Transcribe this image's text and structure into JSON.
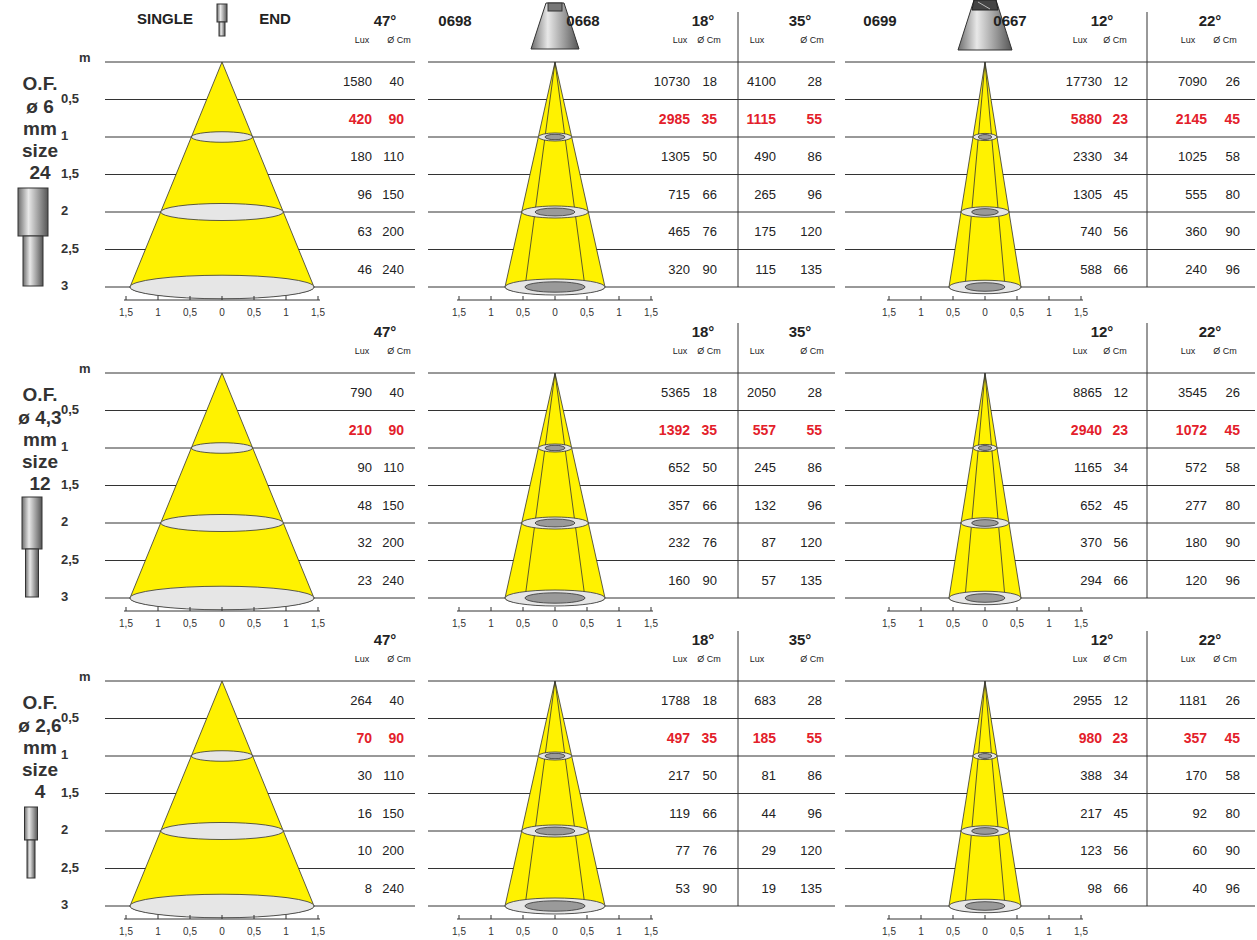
{
  "diagram": {
    "labels": [
      "O.F.",
      "ø 6",
      "mm",
      "size",
      "24",
      "SINGLE",
      "END",
      "47°",
      "Lux",
      "Ø Cm",
      "m",
      "0,5",
      "1",
      "1,5",
      "2",
      "2,5",
      "3",
      "1580",
      "40",
      "420",
      "90",
      "180",
      "110",
      "96",
      "150",
      "63",
      "200",
      "46",
      "240",
      "1,5",
      "1",
      "0,5",
      "0",
      "0,5",
      "1",
      "1,5",
      "0698",
      "0668",
      "18°",
      "Lux",
      "Ø Cm",
      "35°",
      "Lux",
      "Ø Cm",
      "10730",
      "18",
      "4100",
      "28",
      "2985",
      "35",
      "1115",
      "55",
      "1305",
      "50",
      "490",
      "86",
      "715",
      "66",
      "265",
      "96",
      "465",
      "76",
      "175",
      "120",
      "320",
      "90",
      "115",
      "135",
      "1,5",
      "1",
      "0,5",
      "0",
      "0,5",
      "1",
      "1,5",
      "0699",
      "0667",
      "12°",
      "Lux",
      "Ø Cm",
      "22°",
      "Lux",
      "Ø Cm",
      "17730",
      "12",
      "7090",
      "26",
      "5880",
      "23",
      "2145",
      "45",
      "2330",
      "34",
      "1025",
      "58",
      "1305",
      "45",
      "555",
      "80",
      "740",
      "56",
      "360",
      "90",
      "588",
      "66",
      "240",
      "96",
      "1,5",
      "1",
      "0,5",
      "0",
      "0,5",
      "1",
      "1,5",
      "O.F.",
      "ø 4,3",
      "mm",
      "size",
      "12",
      "47°",
      "Lux",
      "Ø Cm",
      "m",
      "0,5",
      "1",
      "1,5",
      "2",
      "2,5",
      "3",
      "790",
      "40",
      "210",
      "90",
      "90",
      "110",
      "48",
      "150",
      "32",
      "200",
      "23",
      "240",
      "1,5",
      "1",
      "0,5",
      "0",
      "0,5",
      "1",
      "1,5",
      "18°",
      "Lux",
      "Ø Cm",
      "35°",
      "Lux",
      "Ø Cm",
      "5365",
      "18",
      "2050",
      "28",
      "1392",
      "35",
      "557",
      "55",
      "652",
      "50",
      "245",
      "86",
      "357",
      "66",
      "132",
      "96",
      "232",
      "76",
      "87",
      "120",
      "160",
      "90",
      "57",
      "135",
      "1,5",
      "1",
      "0,5",
      "0",
      "0,5",
      "1",
      "1,5",
      "12°",
      "Lux",
      "Ø Cm",
      "22°",
      "Lux",
      "Ø Cm",
      "8865",
      "12",
      "3545",
      "26",
      "2940",
      "23",
      "1072",
      "45",
      "1165",
      "34",
      "572",
      "58",
      "652",
      "45",
      "277",
      "80",
      "370",
      "56",
      "180",
      "90",
      "294",
      "66",
      "120",
      "96",
      "1,5",
      "1",
      "0,5",
      "0",
      "0,5",
      "1",
      "1,5",
      "O.F.",
      "ø 2,6",
      "mm",
      "size",
      "4",
      "47°",
      "Lux",
      "Ø Cm",
      "m",
      "0,5",
      "1",
      "1,5",
      "2",
      "2,5",
      "3",
      "264",
      "40",
      "70",
      "90",
      "30",
      "110",
      "16",
      "150",
      "10",
      "200",
      "8",
      "240",
      "1,5",
      "1",
      "0,5",
      "0",
      "0,5",
      "1",
      "1,5",
      "18°",
      "Lux",
      "Ø Cm",
      "35°",
      "Lux",
      "Ø Cm",
      "1788",
      "18",
      "683",
      "28",
      "497",
      "35",
      "185",
      "55",
      "217",
      "50",
      "81",
      "86",
      "119",
      "66",
      "44",
      "96",
      "77",
      "76",
      "29",
      "120",
      "53",
      "90",
      "19",
      "135",
      "1,5",
      "1",
      "0,5",
      "0",
      "0,5",
      "1",
      "1,5",
      "12°",
      "Lux",
      "Ø Cm",
      "22°",
      "Lux",
      "Ø Cm",
      "2955",
      "12",
      "1181",
      "26",
      "980",
      "23",
      "357",
      "45",
      "388",
      "34",
      "170",
      "58",
      "217",
      "45",
      "92",
      "80",
      "123",
      "56",
      "60",
      "90",
      "98",
      "66",
      "40",
      "96",
      "1,5",
      "1",
      "0,5",
      "0",
      "0,5",
      "1",
      "1,5"
    ]
  }
}
